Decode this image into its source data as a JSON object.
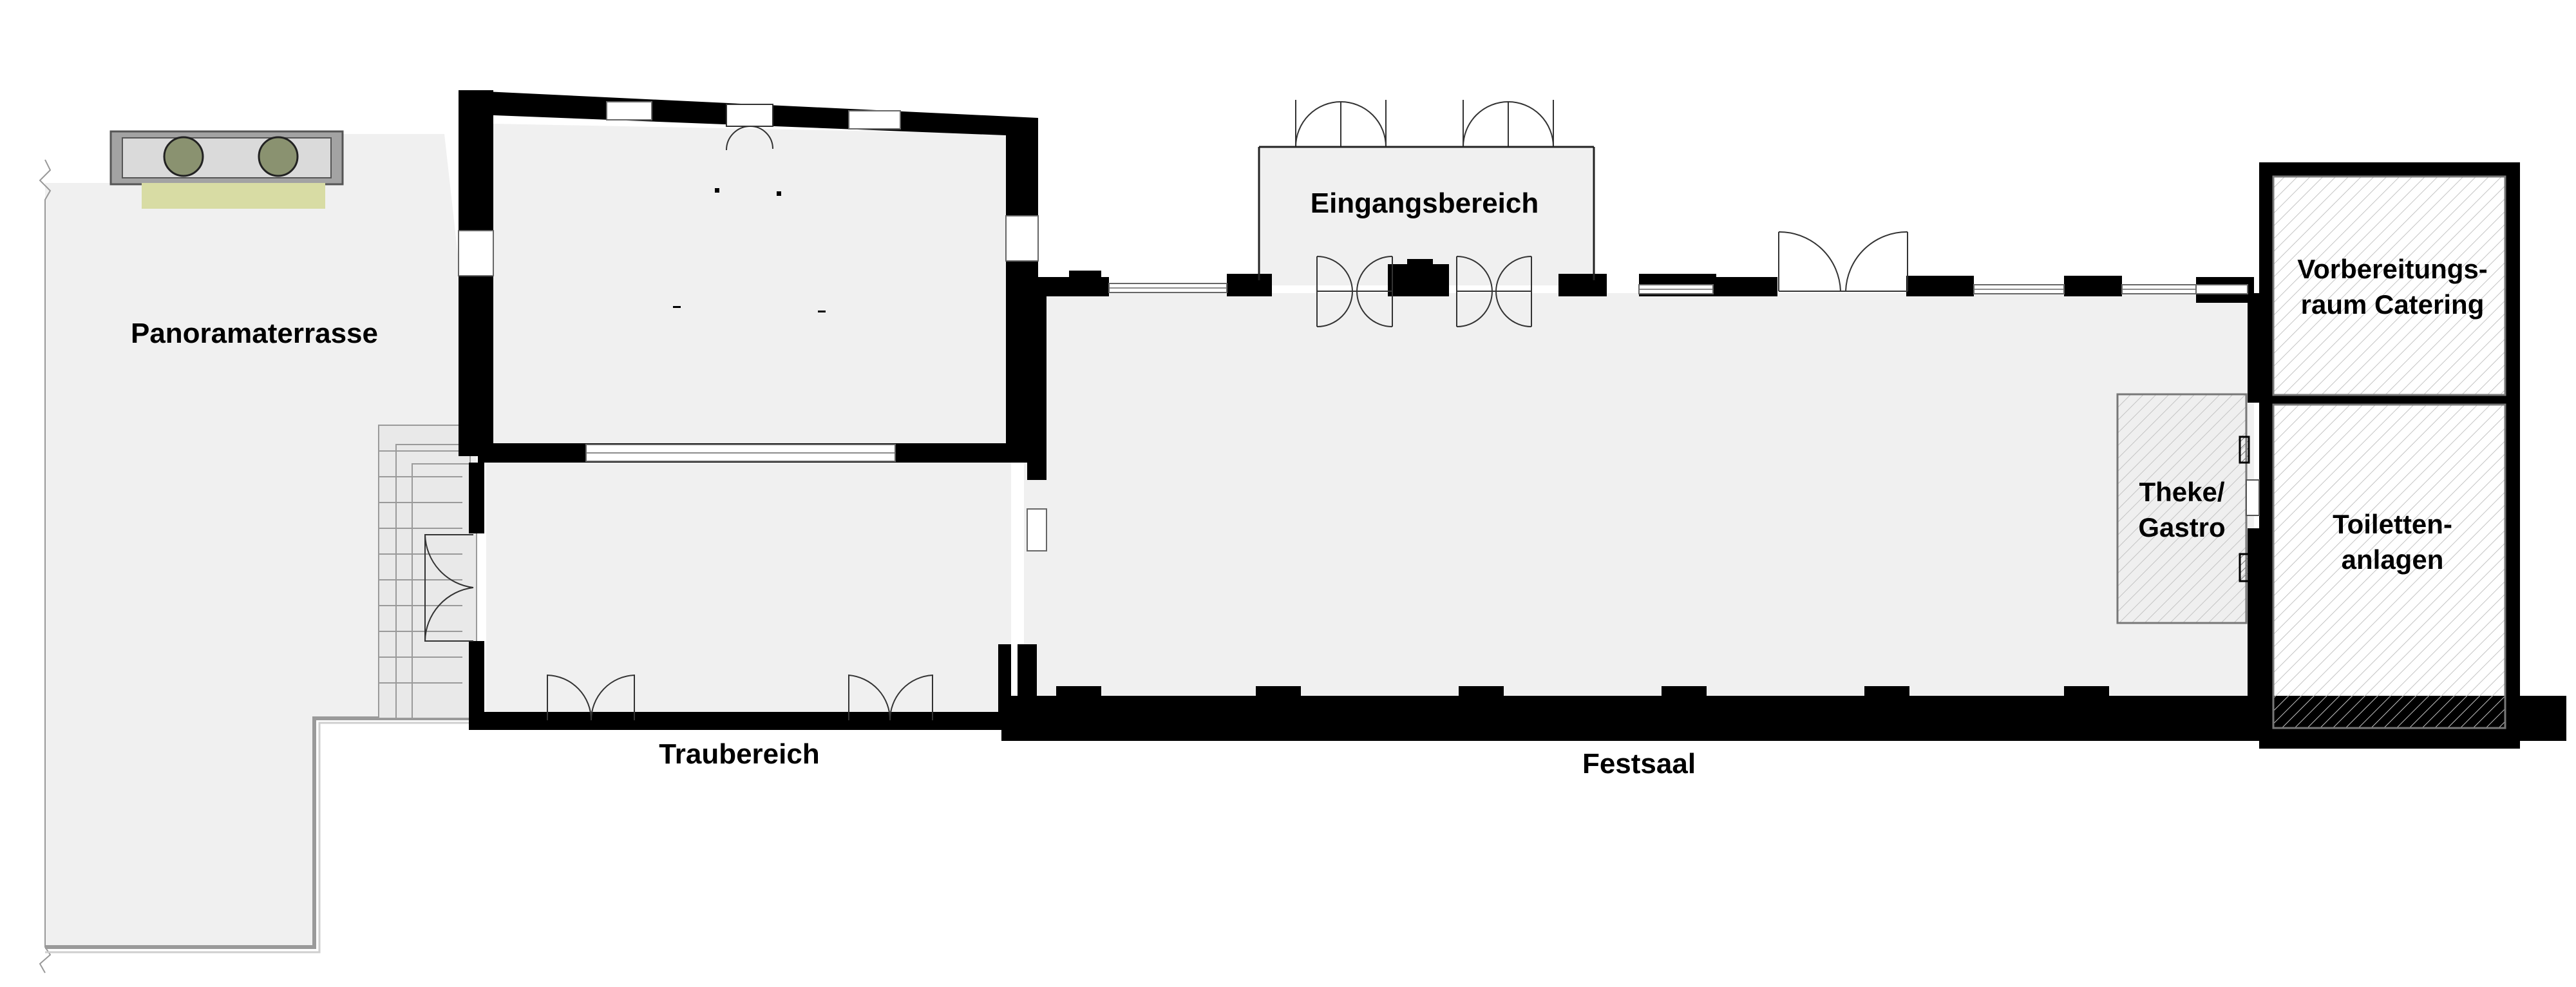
{
  "rooms": {
    "panoramaterrasse": "Panoramaterrasse",
    "eingangsbereich": "Eingangsbereich",
    "traubereich": "Traubereich",
    "festsaal": "Festsaal",
    "vorbereitung_line1": "Vorbereitungs-",
    "vorbereitung_line2": "raum Catering",
    "theke_line1": "Theke/",
    "theke_line2": "Gastro",
    "toiletten_line1": "Toiletten-",
    "toiletten_line2": "anlagen"
  },
  "colors": {
    "wall": "#000000",
    "floor": "#f0f0f0",
    "hatch": "#bdbdbd",
    "planter_grass": "#d8dca4",
    "tree": "#8a9270"
  }
}
